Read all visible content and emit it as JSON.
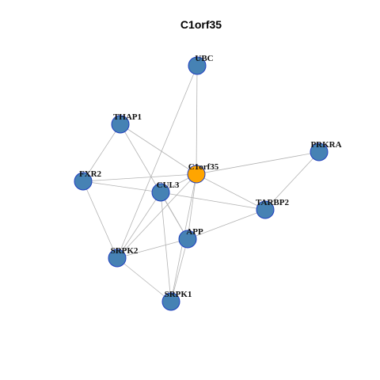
{
  "title": "C1orf35",
  "colors": {
    "node_default": "#4682b4",
    "node_focus": "#ffa500",
    "node_border": "#1f3fbf",
    "edge": "#b3b3b3"
  },
  "nodes": [
    {
      "id": "UBC",
      "label": "UBC",
      "focus": false
    },
    {
      "id": "THAP1",
      "label": "THAP1",
      "focus": false
    },
    {
      "id": "C1orf35",
      "label": "C1orf35",
      "focus": true
    },
    {
      "id": "PRKRA",
      "label": "PRKRA",
      "focus": false
    },
    {
      "id": "FXR2",
      "label": "FXR2",
      "focus": false
    },
    {
      "id": "CUL3",
      "label": "CUL3",
      "focus": false
    },
    {
      "id": "TARBP2",
      "label": "TARBP2",
      "focus": false
    },
    {
      "id": "APP",
      "label": "APP",
      "focus": false
    },
    {
      "id": "SRPK2",
      "label": "SRPK2",
      "focus": false
    },
    {
      "id": "SRPK1",
      "label": "SRPK1",
      "focus": false
    }
  ],
  "edges": [
    [
      "UBC",
      "C1orf35"
    ],
    [
      "UBC",
      "SRPK2"
    ],
    [
      "THAP1",
      "C1orf35"
    ],
    [
      "THAP1",
      "FXR2"
    ],
    [
      "THAP1",
      "APP"
    ],
    [
      "FXR2",
      "C1orf35"
    ],
    [
      "FXR2",
      "CUL3"
    ],
    [
      "FXR2",
      "SRPK2"
    ],
    [
      "C1orf35",
      "PRKRA"
    ],
    [
      "C1orf35",
      "CUL3"
    ],
    [
      "C1orf35",
      "TARBP2"
    ],
    [
      "C1orf35",
      "APP"
    ],
    [
      "C1orf35",
      "SRPK2"
    ],
    [
      "C1orf35",
      "SRPK1"
    ],
    [
      "PRKRA",
      "TARBP2"
    ],
    [
      "CUL3",
      "TARBP2"
    ],
    [
      "CUL3",
      "APP"
    ],
    [
      "CUL3",
      "SRPK2"
    ],
    [
      "CUL3",
      "SRPK1"
    ],
    [
      "TARBP2",
      "APP"
    ],
    [
      "APP",
      "SRPK2"
    ],
    [
      "APP",
      "SRPK1"
    ],
    [
      "SRPK2",
      "SRPK1"
    ]
  ]
}
